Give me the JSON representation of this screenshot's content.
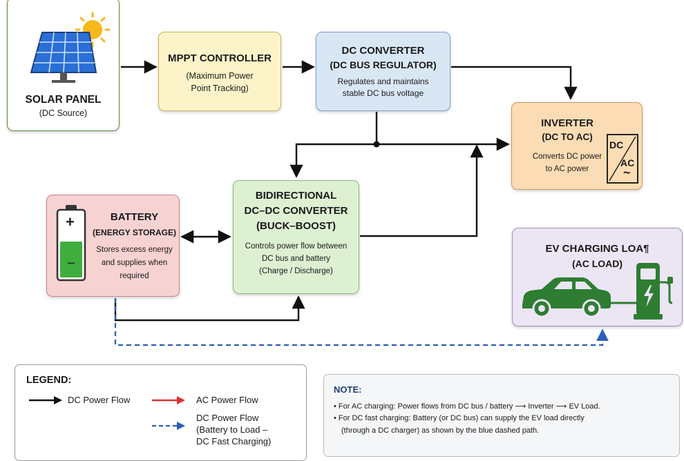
{
  "solar": {
    "title": "SOLAR PANEL",
    "subtitle": "(DC Source)"
  },
  "mppt": {
    "title": "MPPT CONTROLLER",
    "desc_line1": "(Maximum Power",
    "desc_line2": "Point Tracking)"
  },
  "dc_converter": {
    "title": "DC CONVERTER",
    "subtitle": "(DC BUS REGULATOR)",
    "desc_line1": "Regulates and maintains",
    "desc_line2": "stable DC bus voltage"
  },
  "inverter": {
    "title": "INVERTER",
    "subtitle": "(DC TO AC)",
    "desc_line1": "Converts DC power",
    "desc_line2": "to AC power",
    "symbol_top": "DC",
    "symbol_bottom": "AC",
    "symbol_wave": "~"
  },
  "battery": {
    "title": "BATTERY",
    "subtitle": "(ENERGY STORAGE)",
    "desc_line1": "Stores excess energy",
    "desc_line2": "and supplies when",
    "desc_line3": "required",
    "plus": "+",
    "minus": "−"
  },
  "bidirectional": {
    "title_line1": "BIDIRECTIONAL",
    "title_line2": "DC–DC CONVERTER",
    "title_line3": "(BUCK–BOOST)",
    "desc_line1": "Controls power flow between",
    "desc_line2": "DC bus and battery",
    "desc_line3": "(Charge / Discharge)"
  },
  "ev": {
    "title": "EV CHARGING LOA¶",
    "subtitle": "(AC LOAD)"
  },
  "legend": {
    "title": "LEGEND:",
    "dc_flow": "DC Power Flow",
    "ac_flow": "AC Power Flow",
    "dc_fast_line1": "DC Power Flow",
    "dc_fast_line2": "(Battery to Load –",
    "dc_fast_line3": "DC Fast Charging)"
  },
  "note": {
    "title": "NOTE:",
    "line1": "• For AC charging: Power flows from DC bus / battery ⟶ Inverter ⟶ EV Load.",
    "line2": "• For DC fast charging: Battery (or DC bus) can supply the EV load directly",
    "line3": "(through a DC charger) as shown by the blue dashed path."
  },
  "colors": {
    "dc_flow": "#111111",
    "ac_flow": "#e03030",
    "dc_fast": "#2a5fb8",
    "battery_charge": "#3fae3f",
    "ev_green": "#2e7d32",
    "sun": "#f6b81a",
    "panel_blue": "#2a6fd6"
  },
  "icons": [
    "sun-icon",
    "solar-panel-icon",
    "battery-icon",
    "dc-ac-symbol-icon",
    "car-icon",
    "charging-station-icon"
  ]
}
